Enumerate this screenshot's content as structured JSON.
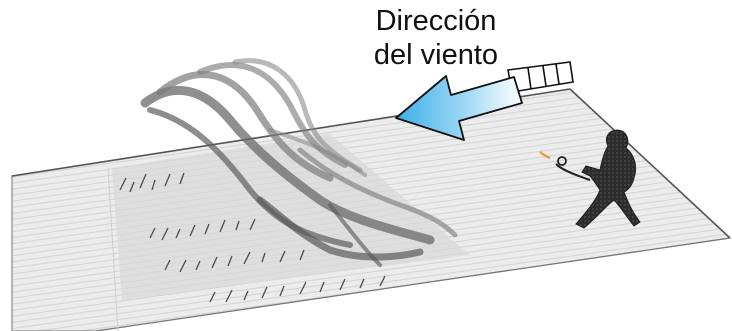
{
  "label": {
    "line1": "Dirección",
    "line2": "del viento"
  },
  "colors": {
    "arrow_fill_start": "#4ab8ec",
    "arrow_fill_end": "#ffffff",
    "arrow_stroke": "#111111",
    "plane": "#ebebeb",
    "smoke": "#6d6d6d",
    "figure": "#2f2f2f",
    "torch_flame": "#e89a3c"
  },
  "icons": {
    "wind_arrow": "wind-arrow-icon",
    "wind_sock": "wind-sock-icon",
    "firefighter": "firefighter-with-drip-torch",
    "fire_smoke": "smoke-plume"
  }
}
